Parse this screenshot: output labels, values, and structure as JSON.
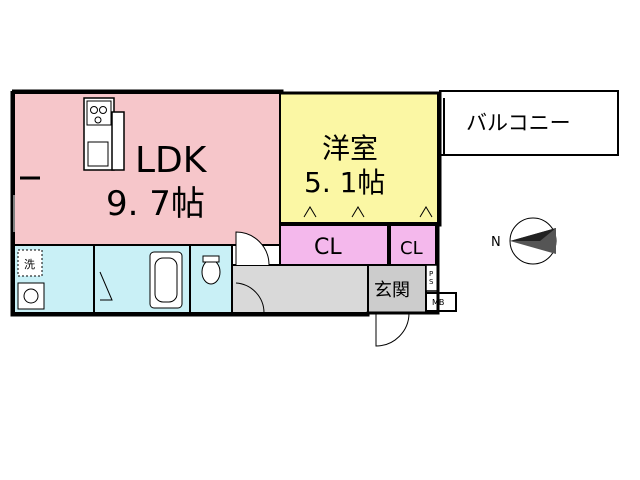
{
  "rooms": {
    "ldk": {
      "name": "LDK",
      "size": "9. 7帖"
    },
    "western": {
      "name": "洋室",
      "size": "5. 1帖"
    },
    "closet_large": {
      "name": "CL"
    },
    "closet_small": {
      "name": "CL"
    },
    "entrance": {
      "name": "玄関"
    },
    "balcony": {
      "name": "バルコニー"
    },
    "ps": {
      "name": "PS"
    },
    "mb": {
      "name": "MB"
    },
    "washer": {
      "name": "洗"
    }
  },
  "compass": {
    "label": "N"
  },
  "colors": {
    "ldk": "#f6c6ca",
    "western": "#fbf7a4",
    "closet": "#f4b8ec",
    "wet": "#c9f0f6",
    "corridor": "#d9d9d9",
    "entrance": "#cccccc",
    "wall": "#000000"
  }
}
